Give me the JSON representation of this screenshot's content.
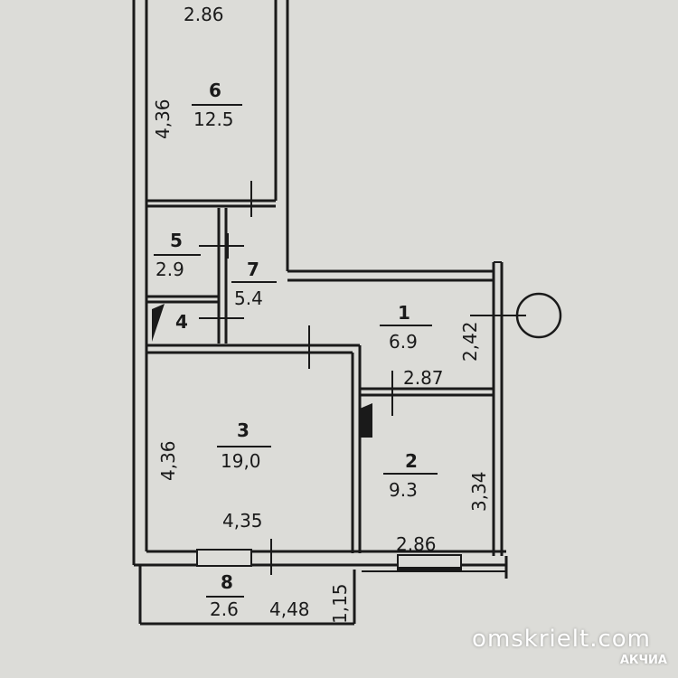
{
  "rooms": [
    {
      "id": "6",
      "area": "12.5"
    },
    {
      "id": "5",
      "area": "2.9"
    },
    {
      "id": "7",
      "area": "5.4"
    },
    {
      "id": "4",
      "area": ""
    },
    {
      "id": "1",
      "area": "6.9"
    },
    {
      "id": "3",
      "area": "19,0"
    },
    {
      "id": "2",
      "area": "9.3"
    },
    {
      "id": "8",
      "area": "2.6"
    }
  ],
  "dimensions": {
    "room6_width": "2.86",
    "room6_height": "4,36",
    "room1_height": "2,42",
    "room1_width": "2.87",
    "room3_height": "4,36",
    "room3_width": "4,35",
    "room2_height": "3,34",
    "room2_width": "2.86",
    "balcony_width": "4,48",
    "balcony_height": "1,15"
  },
  "watermark": {
    "site": "omskrielt.com",
    "logo": "АКЧИА"
  },
  "colors": {
    "paper": "#dcdcd8",
    "ink": "#1a1a1a"
  }
}
